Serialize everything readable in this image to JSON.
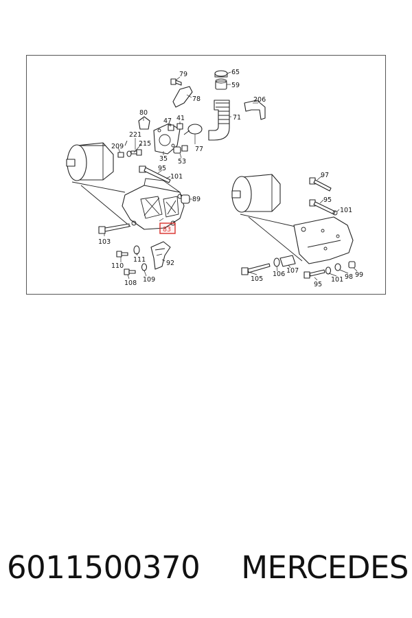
{
  "diagram": {
    "callouts": [
      {
        "id": "79",
        "label": "79"
      },
      {
        "id": "65",
        "label": "65"
      },
      {
        "id": "59",
        "label": "59"
      },
      {
        "id": "78",
        "label": "78"
      },
      {
        "id": "206",
        "label": "206"
      },
      {
        "id": "80",
        "label": "80"
      },
      {
        "id": "47",
        "label": "47"
      },
      {
        "id": "41",
        "label": "41"
      },
      {
        "id": "71",
        "label": "71"
      },
      {
        "id": "221",
        "label": "221"
      },
      {
        "id": "209",
        "label": "209"
      },
      {
        "id": "215",
        "label": "215"
      },
      {
        "id": "77",
        "label": "77"
      },
      {
        "id": "35",
        "label": "35"
      },
      {
        "id": "53",
        "label": "53"
      },
      {
        "id": "95a",
        "label": "95"
      },
      {
        "id": "101a",
        "label": "101"
      },
      {
        "id": "97",
        "label": "97"
      },
      {
        "id": "89",
        "label": "89"
      },
      {
        "id": "95b",
        "label": "95"
      },
      {
        "id": "101b",
        "label": "101"
      },
      {
        "id": "83",
        "label": "83"
      },
      {
        "id": "103",
        "label": "103"
      },
      {
        "id": "110",
        "label": "110"
      },
      {
        "id": "111",
        "label": "111"
      },
      {
        "id": "92",
        "label": "92"
      },
      {
        "id": "108",
        "label": "108"
      },
      {
        "id": "109",
        "label": "109"
      },
      {
        "id": "105",
        "label": "105"
      },
      {
        "id": "106",
        "label": "106"
      },
      {
        "id": "107",
        "label": "107"
      },
      {
        "id": "101c",
        "label": "101"
      },
      {
        "id": "98",
        "label": "98"
      },
      {
        "id": "99",
        "label": "99"
      },
      {
        "id": "95c",
        "label": "95"
      }
    ],
    "highlighted_callout": "83",
    "highlight_color": "#d9302c"
  },
  "footer": {
    "part_number": "6011500370",
    "brand": "MERCEDES"
  }
}
